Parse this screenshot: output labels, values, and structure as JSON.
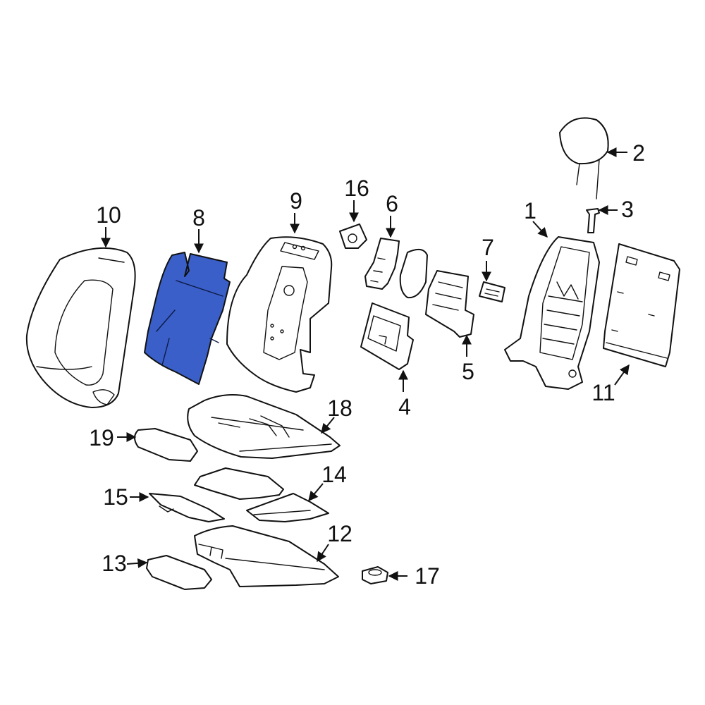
{
  "diagram": {
    "highlight_color": "#3a5fc8",
    "line_color": "#111111",
    "background": "#ffffff",
    "callouts": [
      "1",
      "2",
      "3",
      "4",
      "5",
      "6",
      "7",
      "8",
      "9",
      "10",
      "11",
      "12",
      "13",
      "14",
      "15",
      "16",
      "17",
      "18",
      "19"
    ],
    "highlighted_callout": "8"
  }
}
